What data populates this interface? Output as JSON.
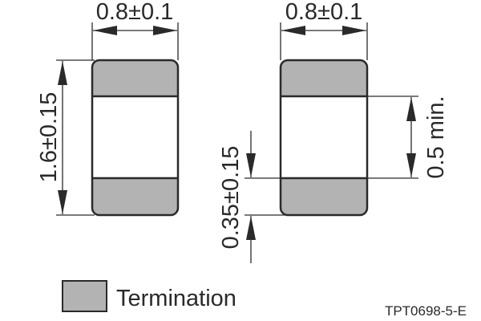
{
  "colors": {
    "termination": "#b3b3b3",
    "body": "#ffffff",
    "outline": "#2a2a2a"
  },
  "left_view": {
    "width_label": "0.8±0.1",
    "length_label": "1.6±0.15"
  },
  "right_view": {
    "width_label": "0.8±0.1",
    "gap_label": "0.5 min.",
    "termination_label": "0.35±0.15"
  },
  "legend": {
    "label": "Termination"
  },
  "drawing_code": "TPT0698-5-E"
}
